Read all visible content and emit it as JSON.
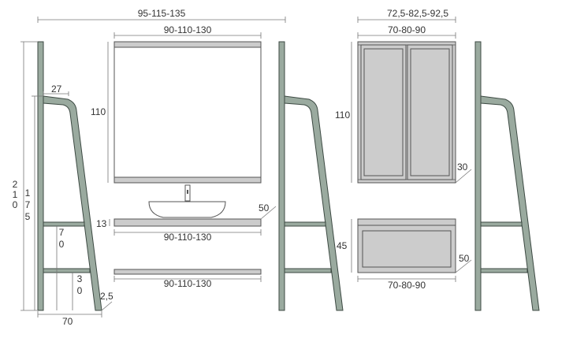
{
  "colors": {
    "frame_fill": "#9aaa9f",
    "frame_stroke": "#3d4a43",
    "panel_fill": "#cccccc",
    "line": "#555555",
    "text": "#333333"
  },
  "dimensions": {
    "top_total_width": "95-115-135",
    "mirror_width": "90-110-130",
    "mirror_height": "110",
    "ladder_height_total": "210",
    "ladder_height_inner": "175",
    "ladder_top_offset": "27",
    "ladder_shelf1_height": "70",
    "ladder_shelf2_height": "30",
    "ladder_foot": "2,5",
    "ladder_base_width": "70",
    "shelf_thickness": "13",
    "basin_shelf_width": "90-110-130",
    "lower_shelf_width": "90-110-130",
    "basin_depth": "50",
    "right_total_width": "72,5-82,5-92,5",
    "cabinet_width": "70-80-90",
    "cabinet_height": "110",
    "cabinet_depth": "30",
    "drawer_height": "45",
    "drawer_depth": "50",
    "drawer_width": "70-80-90"
  }
}
